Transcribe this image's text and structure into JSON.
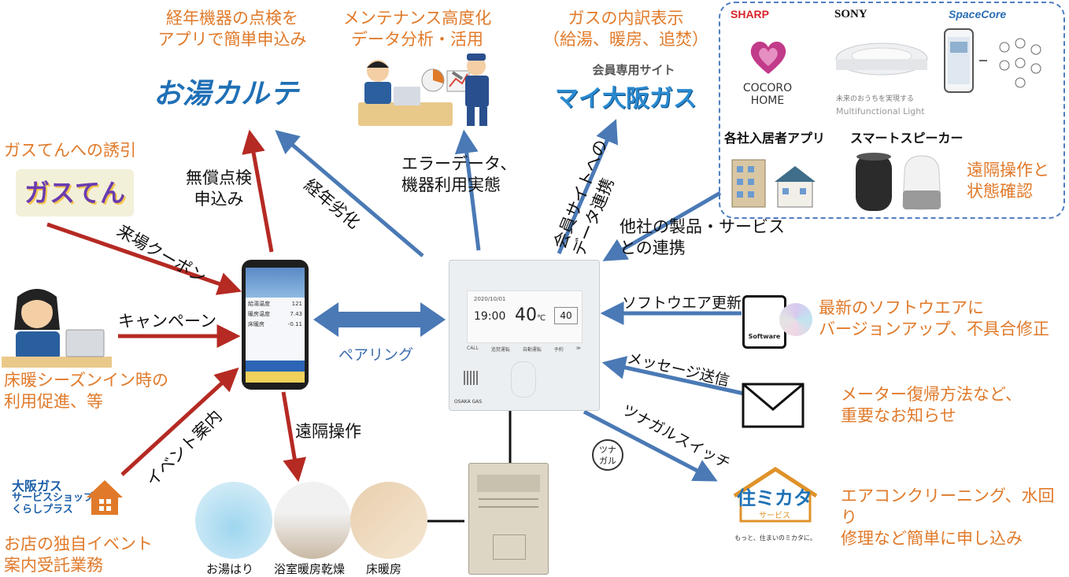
{
  "top": {
    "karte_caption": [
      "経年機器の点検を",
      "アプリで簡単申込み"
    ],
    "karte_logo": "お湯カルテ",
    "maint_caption": [
      "メンテナンス高度化",
      "データ分析・活用"
    ],
    "gas_caption": [
      "ガスの内訳表示",
      "（給湯、暖房、追焚）"
    ],
    "mygas_small": "会員専用サイト",
    "mygas_logo": "マイ大阪ガス"
  },
  "partners": {
    "sharp": "SHARP",
    "sony": "SONY",
    "spacecore": "SpaceCore",
    "cocoro": [
      "COCORO",
      "HOME"
    ],
    "sony_sub": [
      "未来のおうちを実現する",
      "Multifunctional Light"
    ],
    "resident_app": "各社入居者アプリ",
    "smart_speaker": "スマートスピーカー",
    "remote_check": [
      "遠隔操作と",
      "状態確認"
    ]
  },
  "left": {
    "gasten_caption": "ガスてんへの誘引",
    "gasten_logo": "ガスてん",
    "heating_caption": [
      "床暖シーズンイン時の",
      "利用促進、等"
    ],
    "shop_logo": [
      "大阪ガス",
      "サービスショップ",
      "くらしプラス"
    ],
    "shop_caption": [
      "お店の独自イベント",
      "案内受託業務"
    ]
  },
  "arrows": {
    "free_inspect": [
      "無償点検",
      "申込み"
    ],
    "aging": "経年劣化",
    "error_data": [
      "エラーデータ、",
      "機器利用実態"
    ],
    "member_site": [
      "会員サイトへの",
      "データ連携"
    ],
    "other_products": [
      "他社の製品・サービス",
      "との連携"
    ],
    "coupon": "来場クーポン",
    "campaign": "キャンペーン",
    "event": "イベント案内",
    "pairing": "ペアリング",
    "remote": "遠隔操作",
    "software_update": "ソフトウエア更新",
    "message": "メッセージ送信",
    "tsunagaru": "ツナガルスイッチ",
    "tsunagaru_badge": [
      "ツナ",
      "ガル"
    ]
  },
  "right": {
    "software_caption": [
      "最新のソフトウエアに",
      "バージョンアップ、不具合修正"
    ],
    "software_label": "Software",
    "meter_caption": [
      "メーター復帰方法など、",
      "重要なお知らせ"
    ],
    "sumikata_logo": "住ミカタ",
    "sumikata_sub": "サービス",
    "sumikata_tag": "もっと、住まいのミカタに。",
    "sumikata_caption": [
      "エアコンクリーニング、水回り",
      "修理など簡単に申し込み"
    ]
  },
  "bottom": {
    "bath_fill": "お湯はり",
    "bath_dry": "浴室暖房乾燥",
    "floor_heat": "床暖房"
  },
  "remote_panel": {
    "date": "2020/10/01",
    "time": "19:00",
    "temp": "40",
    "temp_unit": "℃",
    "set_temp": "40",
    "buttons": [
      "CALL",
      "追焚運転",
      "自動運転",
      "予約",
      "≫"
    ],
    "brand": "OSAKA GAS"
  },
  "phone": {
    "rows": [
      [
        "給湯温度",
        "121"
      ],
      [
        "暖房温度",
        "7.43"
      ],
      [
        "床暖房",
        "-0.11"
      ]
    ]
  },
  "colors": {
    "red": "#b52a23",
    "blue": "#4a79b5",
    "orange": "#e07a2a"
  }
}
